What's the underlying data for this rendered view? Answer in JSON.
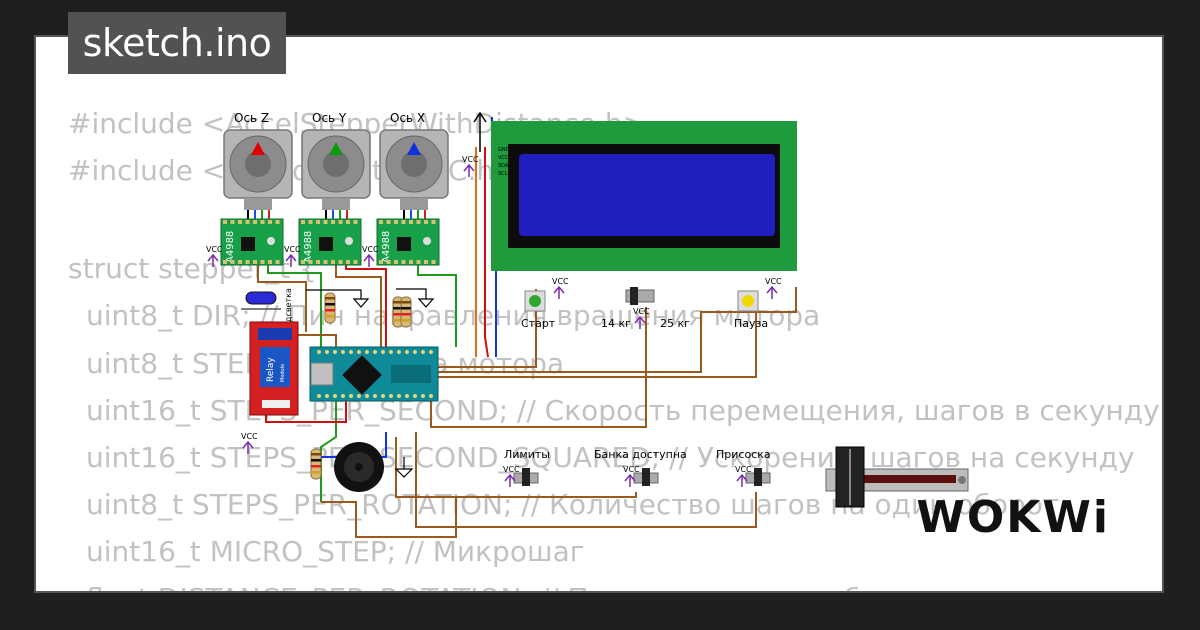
{
  "window": {
    "filename": "sketch.ino"
  },
  "code_lines": [
    "#include <AccelStepperWithDistance.h>",
    "#include <LiquidCrystal_I2C.h>",
    "struct stepper_t {",
    "  uint8_t DIR; // Пин направления вращения мотора",
    "  uint8_t STEP; // Пин шага мотора",
    "  uint16_t STEPS_PER_SECOND; // Скорость перемещения, шагов в секунду",
    "  uint16_t STEPS_PER_SECOND_SQUARED; // Ускорение, шагов на секунду",
    "  uint8_t STEPS_PER_ROTATION; // Количество шагов на один оборот",
    "  uint16_t MICRO_STEP; // Микрошаг",
    "  float DISTANCE_PER_ROTATION; // Перемещение за оборот"
  ],
  "circuit": {
    "motors": [
      {
        "label": "Ось Z",
        "color": "#e00000"
      },
      {
        "label": "Ось Y",
        "color": "#0a9a0a"
      },
      {
        "label": "Ось X",
        "color": "#1030e0"
      }
    ],
    "driver_label": "A4988",
    "vcc_label": "VCC",
    "gnd_label": "GND",
    "sda_label": "SDA",
    "scl_label": "SCL",
    "relay_label": "Relay",
    "relay_sub": "Module",
    "led_label": "Подсветка",
    "buttons": [
      {
        "label": "Старт",
        "color": "#2ea82e"
      },
      {
        "label": "Пауза",
        "color": "#f1d800"
      }
    ],
    "switch_weight": {
      "left": "14 кг",
      "right": "25 кг"
    },
    "switches": [
      {
        "label": "Лимиты"
      },
      {
        "label": "Банка доступна"
      },
      {
        "label": "Присоска"
      }
    ]
  },
  "branding": {
    "logo": "WOKWi"
  }
}
